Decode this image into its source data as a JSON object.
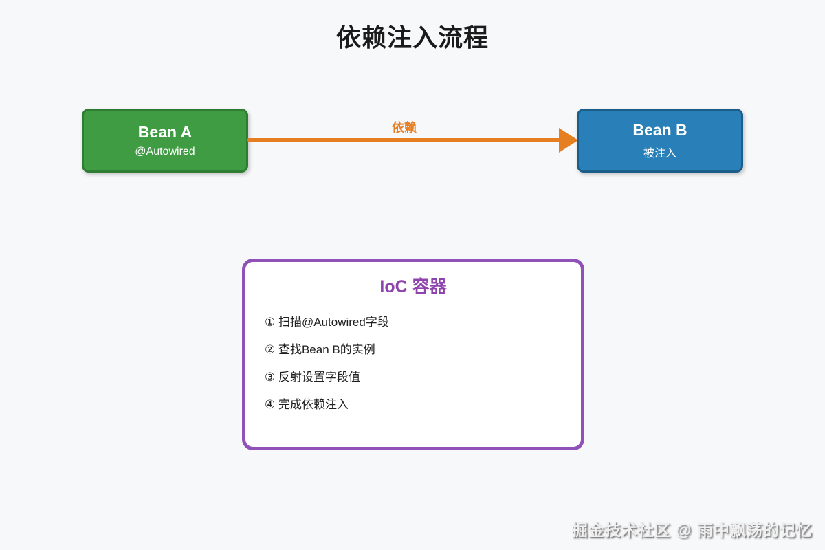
{
  "page": {
    "title": "依赖注入流程",
    "background_color": "#F7F8FA"
  },
  "diagram": {
    "bean_a": {
      "title": "Bean A",
      "subtitle": "@Autowired",
      "fill_color": "#3F9C42",
      "border_color": "#2E7D33"
    },
    "bean_b": {
      "title": "Bean B",
      "subtitle": "被注入",
      "fill_color": "#2980B9",
      "border_color": "#1C5E8A"
    },
    "arrow": {
      "label": "依赖",
      "color": "#E67E22",
      "direction": "left-to-right"
    },
    "ioc": {
      "title": "IoC 容器",
      "title_color": "#8E44AD",
      "border_color": "#9051B8",
      "steps": [
        "① 扫描@Autowired字段",
        "② 查找Bean B的实例",
        "③ 反射设置字段值",
        "④ 完成依赖注入"
      ]
    }
  },
  "watermark": {
    "text": "掘金技术社区 @ 雨中飘荡的记忆"
  }
}
